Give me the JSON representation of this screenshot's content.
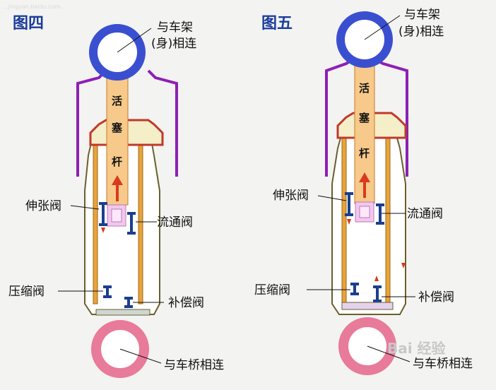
{
  "watermark_top": "...jingyan.baidu.com...",
  "panels": [
    {
      "title": "图四",
      "top_label_line1": "与车架",
      "top_label_line2": "(身)相连",
      "rod_chars": [
        "活",
        "塞",
        "杆"
      ],
      "label_extension_valve": "伸张阀",
      "label_flow_valve": "流通阀",
      "label_compression_valve": "压缩阀",
      "label_compensation_valve": "补偿阀",
      "bottom_label": "与车桥相连"
    },
    {
      "title": "图五",
      "top_label_line1": "与车架",
      "top_label_line2": "(身)相连",
      "rod_chars": [
        "活",
        "塞",
        "杆"
      ],
      "label_extension_valve": "伸张阀",
      "label_flow_valve": "流通阀",
      "label_compression_valve": "压缩阀",
      "label_compensation_valve": "补偿阀",
      "bottom_label": "与车桥相连"
    }
  ],
  "baidu_watermark": "Bai 经验",
  "colors": {
    "ring_top": "#3a4fd0",
    "ring_bottom": "#e87a9a",
    "rod": "#f7c98a",
    "cylinder_fill": "#ffffff",
    "inner_tube": "#e8a33a",
    "outer_body": "#6b5f2a",
    "cover": "#c0392b",
    "bracket": "#8e1fb4",
    "valve": "#1b3f8f",
    "arrow": "#d93a1e",
    "piston": "#f3c6f0"
  }
}
